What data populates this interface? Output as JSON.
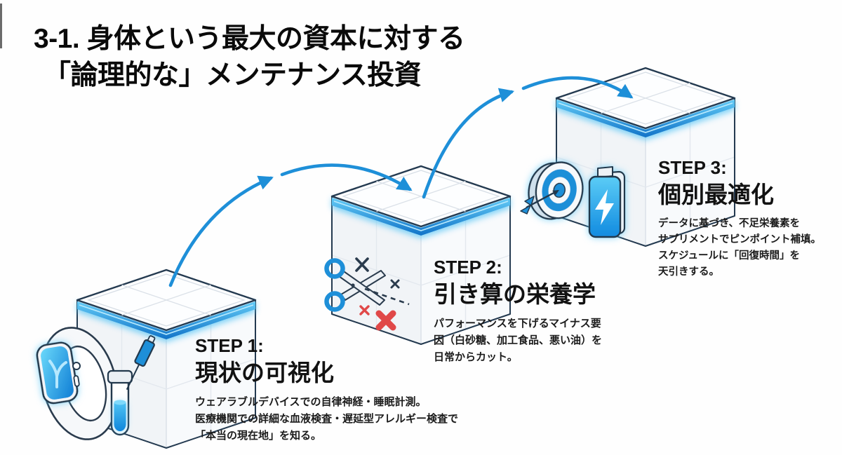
{
  "slide": {
    "title_line1": "3-1. 身体という最大の資本に対する",
    "title_line2": "「論理的な」メンテナンス投資"
  },
  "steps": [
    {
      "label": "STEP 1:",
      "heading": "現状の可視化",
      "body": "ウェアラブルデバイスでの自律神経・睡眠計測。\n医療機関での詳細な血液検査・遅延型アレルギー検査で\n「本当の現在地」を知る。",
      "icons": [
        "apple-watch-icon",
        "test-tube-icon",
        "syringe-icon",
        "cube-icon"
      ]
    },
    {
      "label": "STEP 2:",
      "heading": "引き算の栄養学",
      "body": "パフォーマンスを下げるマイナス要\n因（白砂糖、加工食品、悪い油）を\n日常からカット。",
      "icons": [
        "scissors-icon",
        "dashed-cut-line",
        "x-mark-icon",
        "red-x-mark-icon",
        "cube-icon"
      ]
    },
    {
      "label": "STEP 3:",
      "heading": "個別最適化",
      "body": "データに基づき、不足栄養素を\nサプリメントでピンポイント補填。\nスケジュールに「回復時間」を\n天引きする。",
      "icons": [
        "dartboard-icon",
        "battery-icon",
        "cube-icon"
      ]
    }
  ],
  "connectors": [
    {
      "name": "arrow-step1-to-step2",
      "from": "STEP 1",
      "to": "STEP 2"
    },
    {
      "name": "arrow-step2-to-step3",
      "from": "STEP 2",
      "to": "STEP 3"
    }
  ],
  "colors": {
    "accent_blue": "#1E8FD8",
    "glow_cyan": "#5EC8F5",
    "outline_navy": "#22384C",
    "danger_red": "#E04848",
    "background": "#FEFEFE",
    "text": "#0A0A0A"
  }
}
